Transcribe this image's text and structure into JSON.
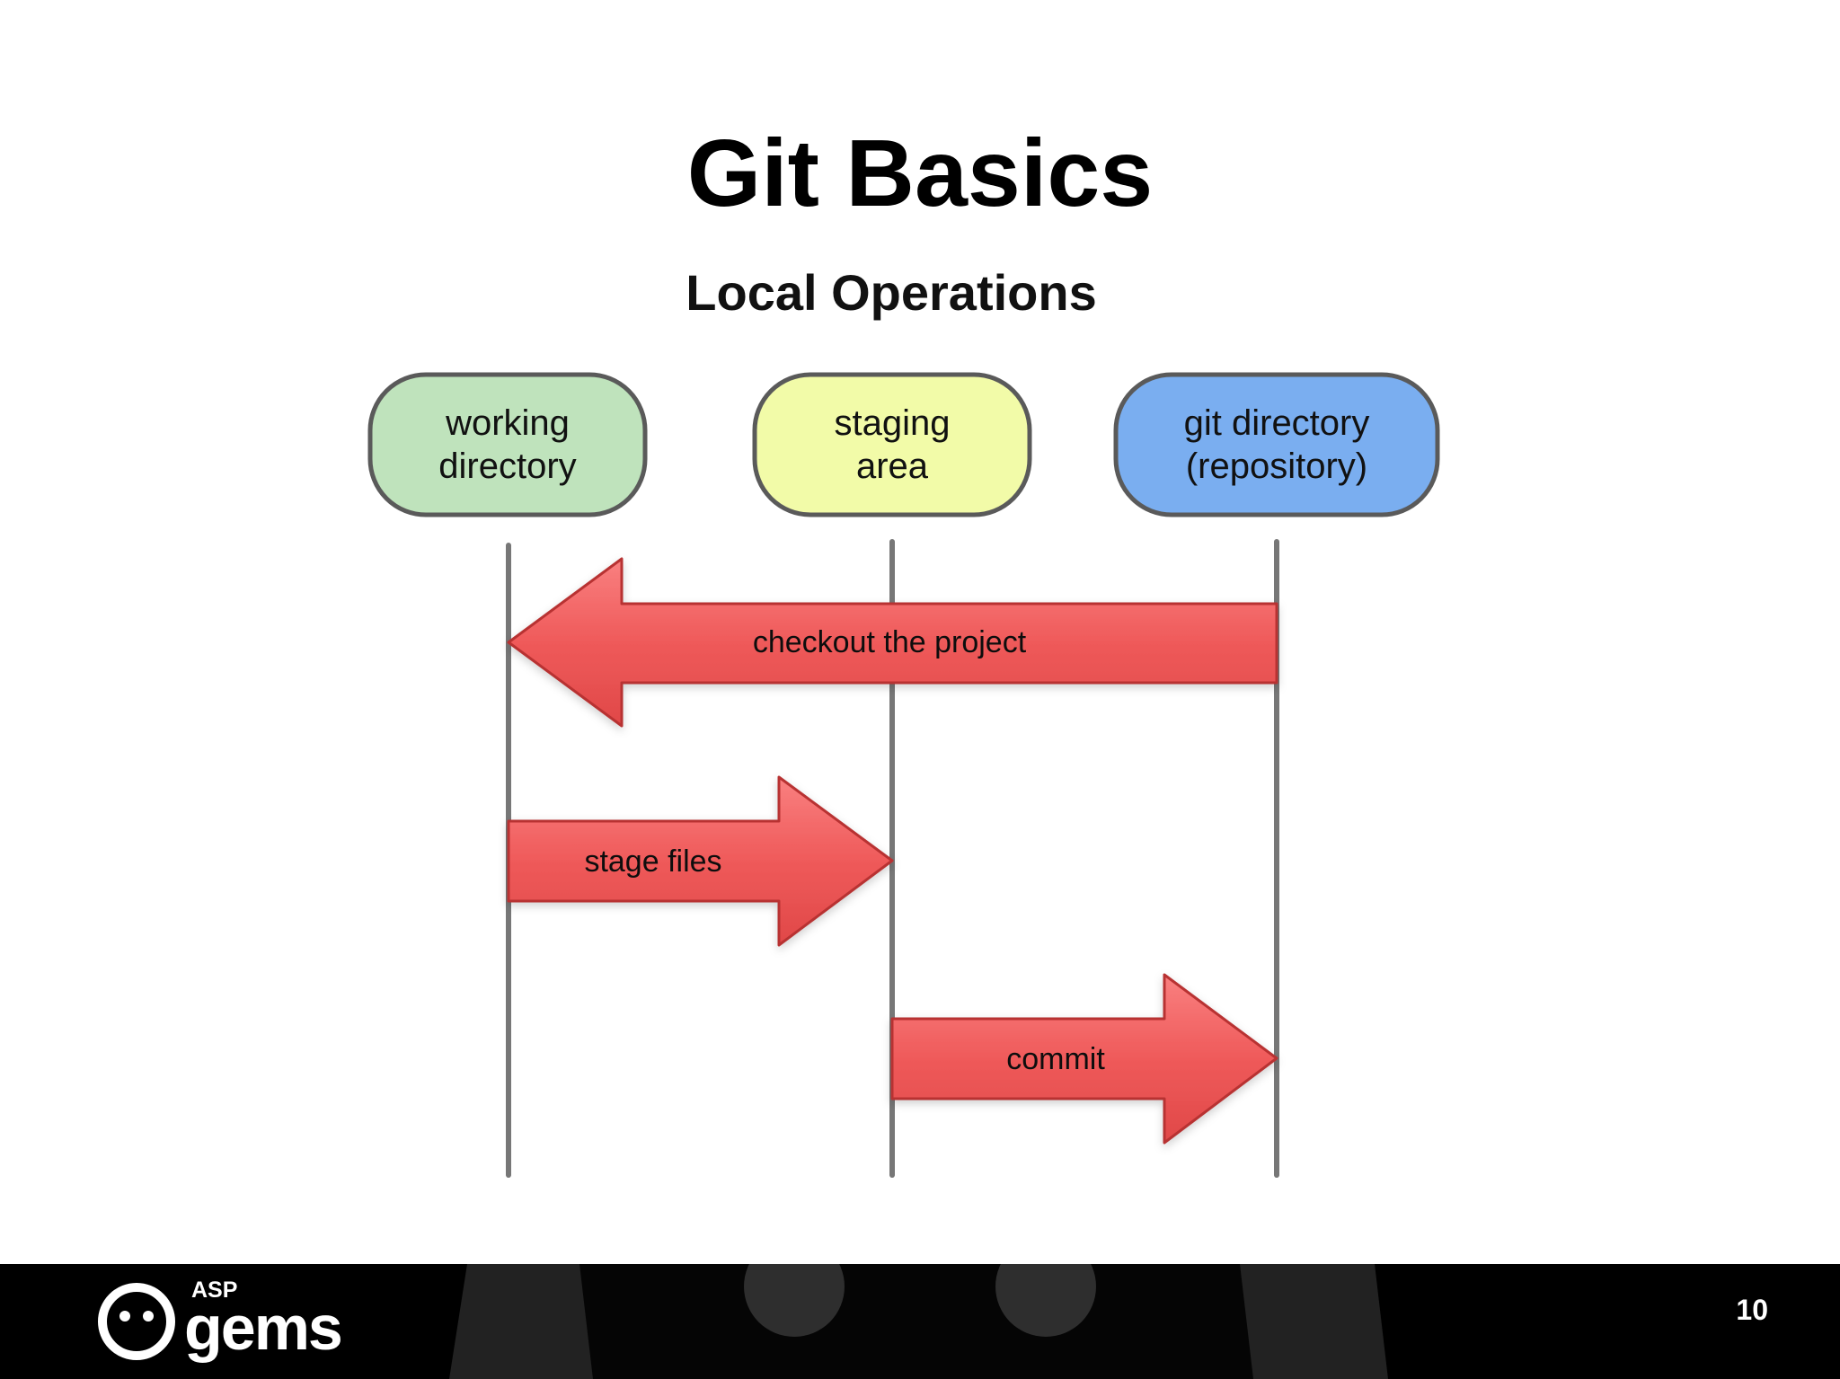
{
  "slide": {
    "title": "Git Basics",
    "page_number": "10"
  },
  "diagram": {
    "heading": "Local Operations",
    "nodes": [
      {
        "line1": "working",
        "line2": "directory",
        "fill": "#bfe3bc"
      },
      {
        "line1": "staging",
        "line2": "area",
        "fill": "#f2fba8"
      },
      {
        "line1": "git directory",
        "line2": "(repository)",
        "fill": "#7aaef0"
      }
    ],
    "arrows": [
      {
        "label": "checkout the project",
        "from": "git directory",
        "to": "working directory"
      },
      {
        "label": "stage files",
        "from": "working directory",
        "to": "staging area"
      },
      {
        "label": "commit",
        "from": "staging area",
        "to": "git directory"
      }
    ],
    "colors": {
      "arrow_fill": "#ef5656",
      "arrow_stroke": "#b83232",
      "node_stroke": "#5a5a5a",
      "lifeline": "#777777"
    }
  },
  "footer": {
    "logo_small": "ASP",
    "logo_main": "gems"
  }
}
